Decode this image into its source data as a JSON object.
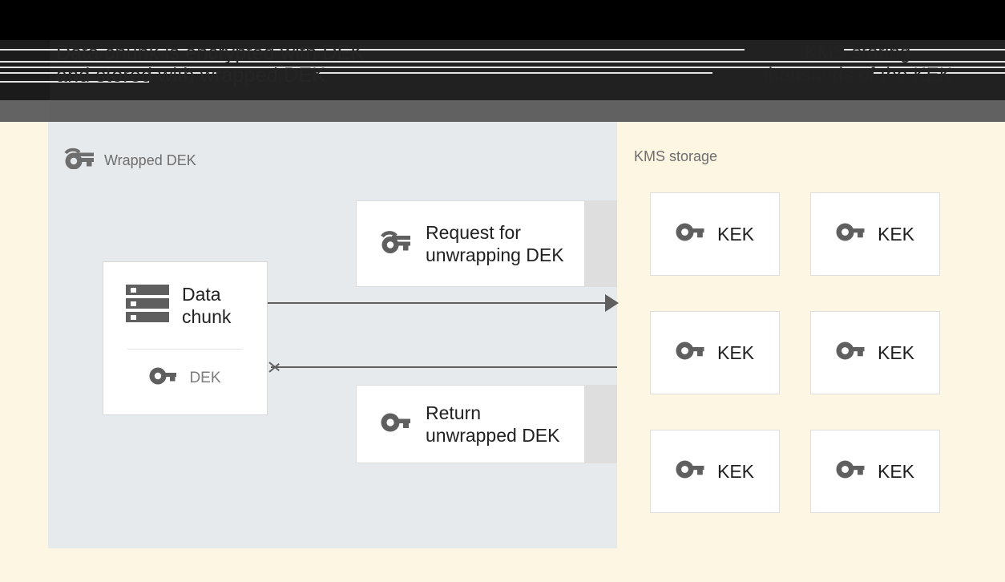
{
  "header": {
    "title_left_line1": "Data chunk is encrypted with DEK",
    "title_left_line2": "and stored with wrapped DEK",
    "title_right_line1": "KMS storing",
    "title_right_line2": "thousands of the KEK"
  },
  "diagram": {
    "left_panel": {
      "label": "Wrapped DEK",
      "label_icon": "wrapped-key-icon",
      "background_color": "#e7eaed",
      "data_card": {
        "icon": "server-storage-icon",
        "title": "Data\nchunk",
        "key_icon": "key-icon",
        "key_label": "DEK"
      },
      "messages": [
        {
          "id": "request",
          "icon": "wrapped-key-icon",
          "text": "Request for\nunwrapping DEK"
        },
        {
          "id": "return",
          "icon": "key-icon",
          "text": "Return\nunwrapped DEK"
        }
      ],
      "arrows": [
        {
          "id": "request-arrow",
          "direction": "right",
          "style": "filled-head"
        },
        {
          "id": "return-arrow",
          "direction": "left",
          "style": "open-chevron"
        }
      ]
    },
    "right_panel": {
      "label": "KMS storage",
      "background_color": "#fdf6e3",
      "keys": [
        {
          "icon": "key-icon",
          "label": "KEK"
        },
        {
          "icon": "key-icon",
          "label": "KEK"
        },
        {
          "icon": "key-icon",
          "label": "KEK"
        },
        {
          "icon": "key-icon",
          "label": "KEK"
        },
        {
          "icon": "key-icon",
          "label": "KEK"
        },
        {
          "icon": "key-icon",
          "label": "KEK"
        }
      ]
    }
  },
  "colors": {
    "panel_gray": "#e7eaed",
    "canvas_cream": "#fdf6e3",
    "icon_gray": "#5f5f5f",
    "arrow_gray": "#5f5f5f",
    "text_dark": "#212121",
    "text_muted": "#6e6e6e",
    "top_band_dark": "#212121",
    "top_band_gray": "#616161"
  }
}
